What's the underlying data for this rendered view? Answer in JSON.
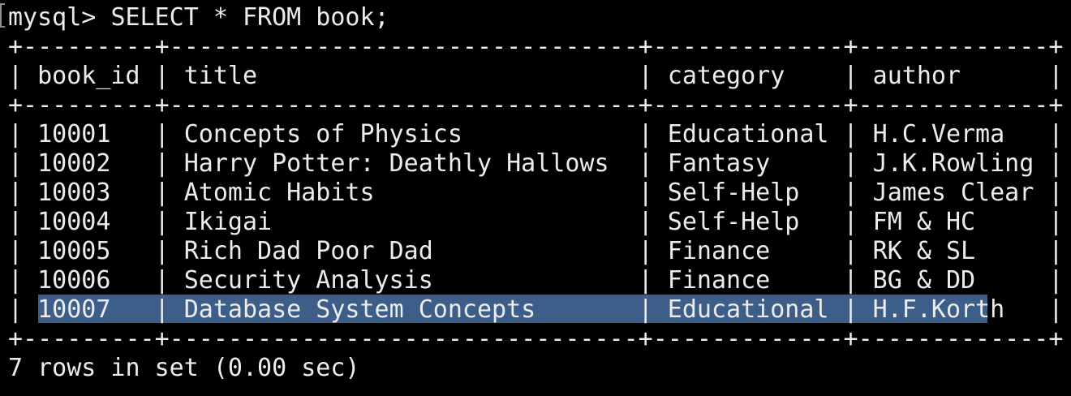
{
  "terminal": {
    "prompt": "mysql> ",
    "command": "SELECT * FROM book;",
    "border_line": "+---------+--------------------------------+-------------+-------------+",
    "header_line": "| book_id | title                          | category    | author      |",
    "columns": [
      "book_id",
      "title",
      "category",
      "author"
    ],
    "rows": [
      {
        "line": "| 10001   | Concepts of Physics            | Educational | H.C.Verma   |",
        "book_id": "10001",
        "title": "Concepts of Physics",
        "category": "Educational",
        "author": "H.C.Verma"
      },
      {
        "line": "| 10002   | Harry Potter: Deathly Hallows  | Fantasy     | J.K.Rowling |",
        "book_id": "10002",
        "title": "Harry Potter: Deathly Hallows",
        "category": "Fantasy",
        "author": "J.K.Rowling"
      },
      {
        "line": "| 10003   | Atomic Habits                  | Self-Help   | James Clear |",
        "book_id": "10003",
        "title": "Atomic Habits",
        "category": "Self-Help",
        "author": "James Clear"
      },
      {
        "line": "| 10004   | Ikigai                         | Self-Help   | FM & HC     |",
        "book_id": "10004",
        "title": "Ikigai",
        "category": "Self-Help",
        "author": "FM & HC"
      },
      {
        "line": "| 10005   | Rich Dad Poor Dad              | Finance     | RK & SL     |",
        "book_id": "10005",
        "title": "Rich Dad Poor Dad",
        "category": "Finance",
        "author": "RK & SL"
      },
      {
        "line": "| 10006   | Security Analysis              | Finance     | BG & DD     |",
        "book_id": "10006",
        "title": "Security Analysis",
        "category": "Finance",
        "author": "BG & DD"
      },
      {
        "line": "| 10007   | Database System Concepts       | Educational | H.F.Korth   |",
        "book_id": "10007",
        "title": "Database System Concepts",
        "category": "Educational",
        "author": "H.F.Korth"
      }
    ],
    "footer": "7 rows in set (0.00 sec)",
    "colors": {
      "background": "#000000",
      "text": "#ececec",
      "selection": "#3c5e88"
    }
  }
}
